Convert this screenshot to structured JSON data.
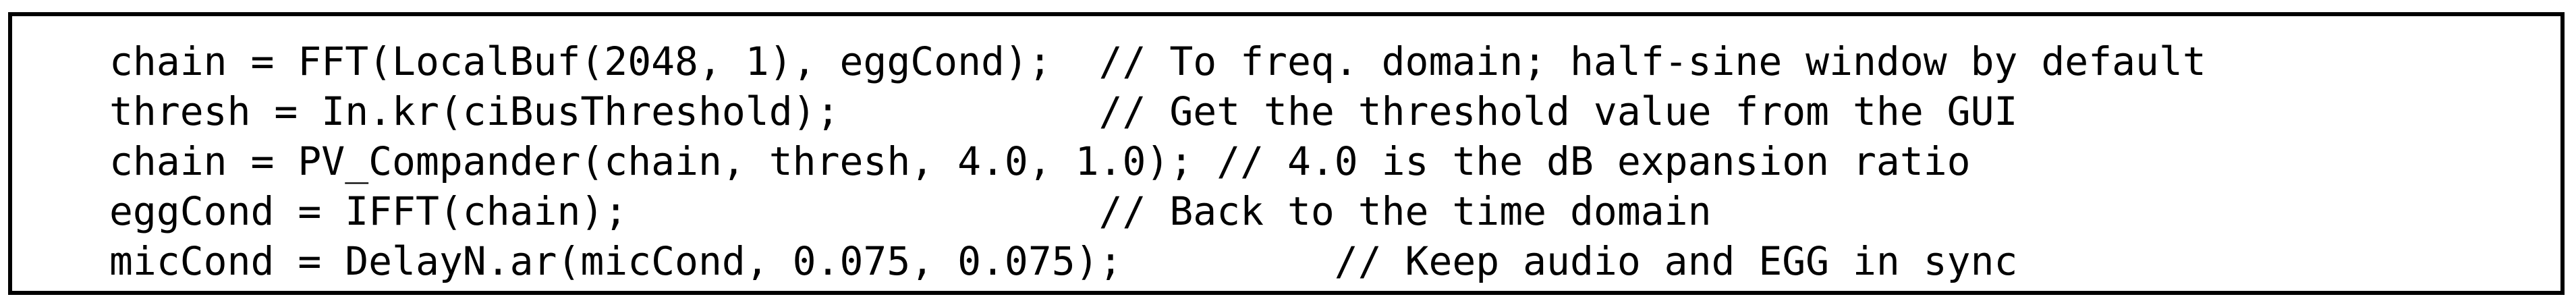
{
  "code": {
    "lines": [
      "chain = FFT(LocalBuf(2048, 1), eggCond);  // To freq. domain; half-sine window by default",
      "thresh = In.kr(ciBusThreshold);           // Get the threshold value from the GUI",
      "chain = PV_Compander(chain, thresh, 4.0, 1.0); // 4.0 is the dB expansion ratio",
      "eggCond = IFFT(chain);                    // Back to the time domain",
      "micCond = DelayN.ar(micCond, 0.075, 0.075);         // Keep audio and EGG in sync"
    ]
  },
  "colors": {
    "text": "#000000",
    "background": "#ffffff",
    "border": "#000000"
  }
}
